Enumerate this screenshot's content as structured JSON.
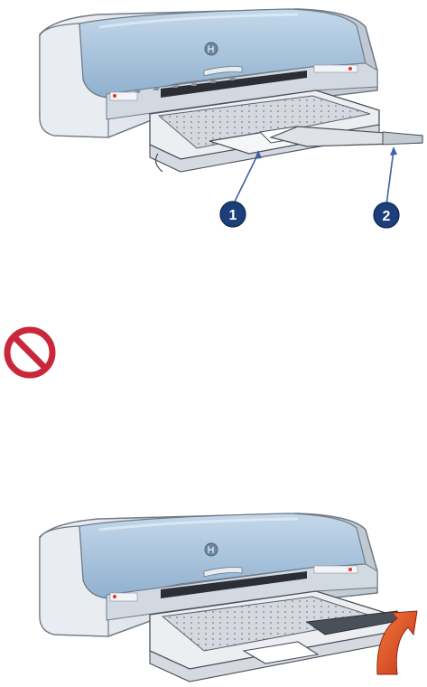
{
  "callouts": [
    {
      "number": "1"
    },
    {
      "number": "2"
    }
  ],
  "brand_logo": "hp-logo",
  "colors": {
    "printer_top": "#a7c3dc",
    "printer_body": "#dde3ea",
    "printer_outline": "#6f7a86",
    "tray": "#e4e7ec",
    "tray_dark": "#4a5058",
    "callout_fill": "#1c3f7a",
    "callout_arrow": "#3f62a6",
    "prohibit": "#c9283a",
    "lift_arrow": "#d64a1c"
  },
  "icons": [
    "prohibited-icon",
    "lift-arrow-icon"
  ]
}
